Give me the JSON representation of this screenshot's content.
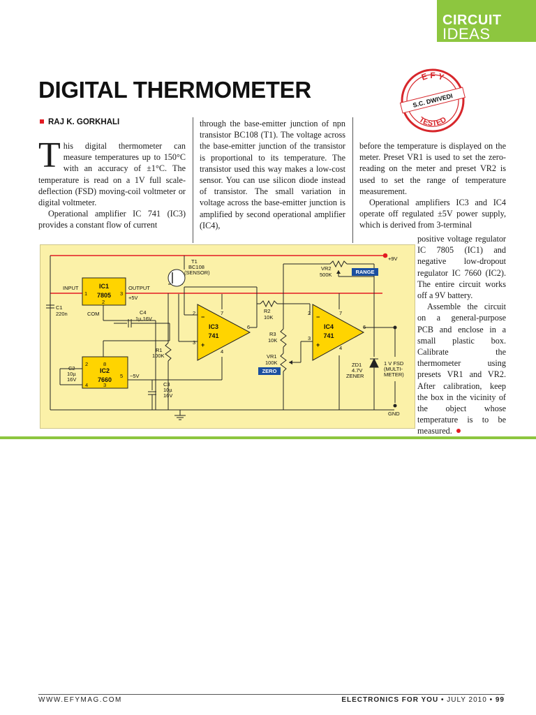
{
  "badge": {
    "line1": "CIRCUIT",
    "line2": "IDEAS"
  },
  "title": "DIGITAL THERMOMETER",
  "stamp": {
    "top": "E F Y",
    "name": "S.C. DWIVEDI",
    "bottom": "TESTED"
  },
  "author": "RAJ K. GORKHALI",
  "col1": {
    "dropcap": "T",
    "p1": "his digital thermometer can measure temperatures up to 150°C with an accuracy of ±1°C. The temperature is read on a 1V full scale-deflection (FSD) moving-coil voltmeter or digital voltmeter.",
    "p2": "Operational amplifier IC 741 (IC3) provides a constant flow of current"
  },
  "col2": {
    "p1": "through the base-emitter junction of npn transistor BC108 (T1). The voltage across the base-emitter junction of the transistor is proportional to its temperature. The transistor used this way makes a low-cost sensor. You can use silicon diode instead of transistor. The small variation in voltage across the base-emitter junction is amplified by second operational amplifier (IC4),"
  },
  "col3": {
    "p1": "before the temperature is displayed on the meter. Preset VR1 is used to set the zero-reading on the meter and preset VR2 is used to set the range of temperature measurement.",
    "p2": "Operational amplifiers IC3 and IC4 operate off regulated ±5V power supply, which is derived from 3-terminal"
  },
  "col4": {
    "p1": "positive voltage regulator IC 7805 (IC1) and negative low-dropout regulator IC 7660 (IC2). The entire circuit works off a 9V battery.",
    "p2": "Assemble the circuit on a general-purpose PCB and enclose in a small plastic box. Calibrate the thermometer using presets VR1 and VR2. After calibration, keep the box in the vicinity of the object whose temperature is to be measured."
  },
  "circuit": {
    "ic1_name": "IC1",
    "ic1_part": "7805",
    "pin1": "1",
    "pin2": "2",
    "pin3": "3",
    "input": "INPUT",
    "output": "OUTPUT",
    "com": "COM",
    "plus5v": "+5V",
    "ic2_name": "IC2",
    "ic2_part": "7660",
    "pin2b": "2",
    "pin8": "8",
    "pin4": "4",
    "pin3b": "3",
    "pin5": "5",
    "minus5v": "−5V",
    "c1": "C1",
    "c1v": "220n",
    "c2": "C2",
    "c2v1": "10µ",
    "c2v2": "16V",
    "c3": "C3",
    "c3v1": "10µ",
    "c3v2": "16V",
    "c4": "C4",
    "c4v": "1µ,16V",
    "t1": "T1",
    "t1p": "BC108",
    "t1s": "(SENSOR)",
    "r1": "R1",
    "r1v": "100K",
    "r2": "R2",
    "r2v": "10K",
    "r3": "R3",
    "r3v": "10K",
    "vr1": "VR1",
    "vr1v": "100K",
    "zero": "ZERO",
    "vr2": "VR2",
    "vr2v": "500K",
    "range": "RANGE",
    "ic3_name": "IC3",
    "ic3_part": "741",
    "ic4_name": "IC4",
    "ic4_part": "741",
    "p2": "2",
    "p3": "3",
    "p4": "4",
    "p6": "6",
    "p7": "7",
    "minus": "−",
    "plus": "+",
    "zd1": "ZD1",
    "zd1v": "4.7V",
    "zener": "ZENER",
    "fsd1": "1 V FSD",
    "fsd2": "(MULTI-",
    "fsd3": "METER)",
    "plus9v": "+9V",
    "gnd": "GND",
    "colors": {
      "wire": "#e31b23",
      "ic": "#ffd400",
      "box": "#fbf1a8",
      "label": "#1b4fa0"
    }
  },
  "footer": {
    "site": "WWW.EFYMAG.COM",
    "magazine": "ELECTRONICS FOR YOU",
    "date": "JULY 2010",
    "page": "99"
  }
}
